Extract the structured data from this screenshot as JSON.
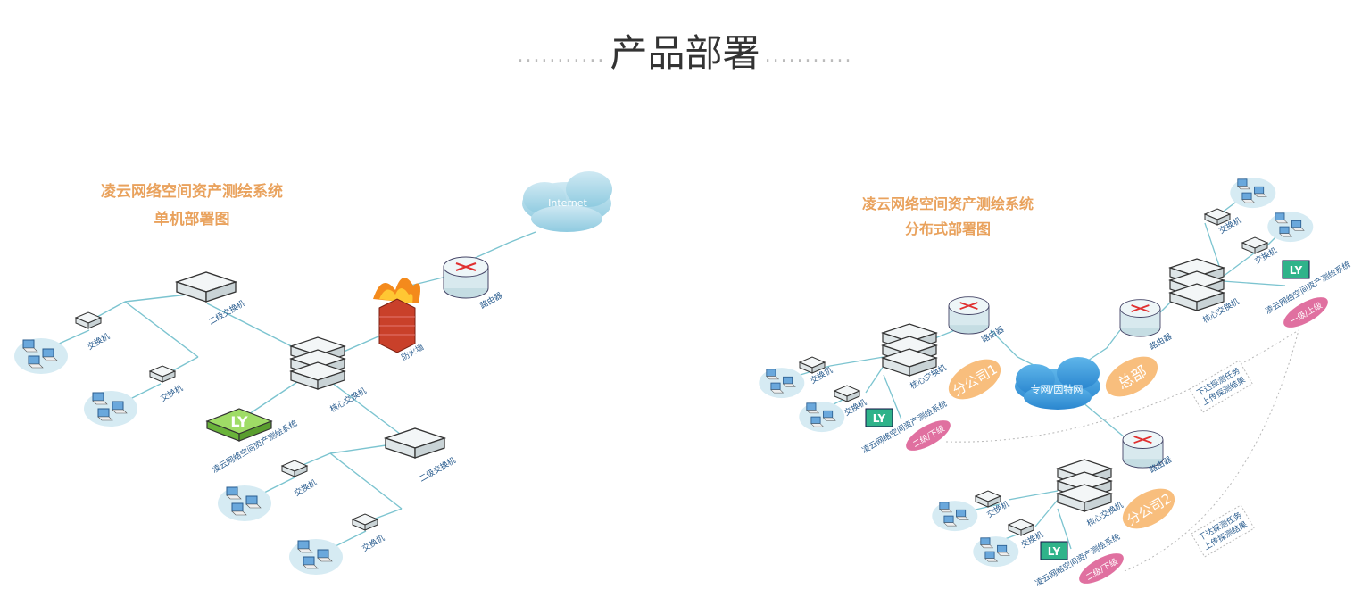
{
  "page": {
    "title": "产品部署",
    "dots_left": "...........",
    "dots_right": "..........."
  },
  "left": {
    "title_line1": "凌云网络空间资产测绘系统",
    "title_line2": "单机部署图",
    "internet": "Internet",
    "router": "路由器",
    "firewall": "防火墙",
    "core_switch": "核心交换机",
    "l2_switch": "二级交换机",
    "switch": "交换机",
    "ly": "LY",
    "ly_label": "凌云网络空间资产测绘系统"
  },
  "right": {
    "title_line1": "凌云网络空间资产测绘系统",
    "title_line2": "分布式部署图",
    "cloud": "专网/因特网",
    "router": "路由器",
    "core_switch": "核心交换机",
    "switch": "交换机",
    "hq": "总部",
    "branch1": "分公司1",
    "branch2": "分公司2",
    "ly": "LY",
    "ly_label": "凌云网络空间资产测绘系统",
    "lower_level": "二级/下级",
    "upper_level": "一级/上级",
    "task_down": "下达探测任务",
    "result_up": "上传探测结果"
  },
  "colors": {
    "accent": "#e9a25d",
    "link": "#7cc4d0",
    "badge_orange": "#f8be7d",
    "badge_pink": "#e070a0",
    "ly_green": "#7cc642",
    "ly_teal": "#2fb38a"
  }
}
